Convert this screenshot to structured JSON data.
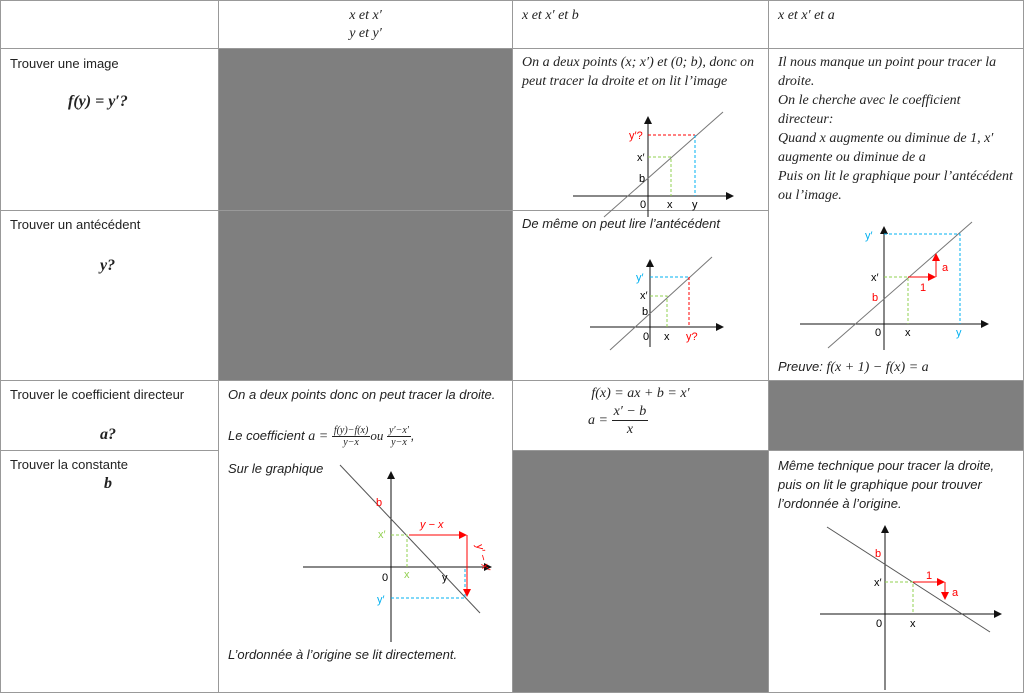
{
  "header": {
    "col2_line1": "x et x′",
    "col2_line2": "y et y′",
    "col3": "x et x′ et b",
    "col4": "x et x′ et a"
  },
  "rows": [
    {
      "label": "Trouver une image",
      "formula": "f(y) = y′?"
    },
    {
      "label": "Trouver un antécédent",
      "formula": "y?"
    },
    {
      "label": "Trouver le coefficient directeur",
      "formula": "a?"
    },
    {
      "label": "Trouver la constante",
      "formula": "b"
    }
  ],
  "cells": {
    "image_b": "On a deux points (x; x′) et (0; b), donc on peut tracer la droite et on lit l’image",
    "antecedent_b": "De même on peut lire l’antécédent",
    "a_text": [
      "Il  nous  manque un point pour tracer la droite.",
      "On le cherche avec le coefficient directeur:",
      "Quand x augmente ou diminue de 1, x′ augmente ou diminue de a",
      "Puis on lit le graphique pour l’antécédent ou l’image."
    ],
    "a_proof_label": "Preuve:",
    "a_proof": "f(x + 1) − f(x) = a",
    "coef_text1": "On a deux points donc on peut tracer la droite.",
    "coef_text2": "Le coefficient",
    "coef_a": "a =",
    "coef_num1": "f(y)−f(x)",
    "coef_den1": "y−x",
    "coef_ou": "ou",
    "coef_num2": "y′−x′",
    "coef_den2": "y−x",
    "coef_comma": ",",
    "coef_graph": "Sur le graphique",
    "coef_footer": "L’ordonnée à l’origine se lit directement.",
    "coef_b_eq": "f(x) = ax + b = x′",
    "coef_b_a": "a =",
    "coef_b_num": "x′ − b",
    "coef_b_den": "x",
    "const_text": "Même technique pour tracer la droite, puis on lit le graphique pour trouver l’ordonnée à l’origine."
  },
  "graph_labels": {
    "g1": {
      "yq": "y′?",
      "xp": "x′",
      "b": "b",
      "o": "0",
      "x": "x",
      "y": "y"
    },
    "g2": {
      "yp": "y′",
      "xp": "x′",
      "b": "b",
      "o": "0",
      "x": "x",
      "yq": "y?"
    },
    "g3": {
      "yp": "y′",
      "a": "a",
      "xp": "x′",
      "one": "1",
      "b": "b",
      "o": "0",
      "x": "x",
      "y": "y"
    },
    "g4": {
      "b": "b",
      "ymx": "y − x",
      "xp": "x′",
      "o": "0",
      "x": "x",
      "y": "y",
      "yp": "y′",
      "ypmxp": "y′ − x′"
    },
    "g5": {
      "b": "b",
      "xp": "x′",
      "one": "1",
      "a": "a",
      "o": "0",
      "x": "x"
    }
  },
  "colors": {
    "gray": "#7f7f7f",
    "red": "#ff0000",
    "blue": "#00b0f0",
    "green": "#92d050"
  }
}
